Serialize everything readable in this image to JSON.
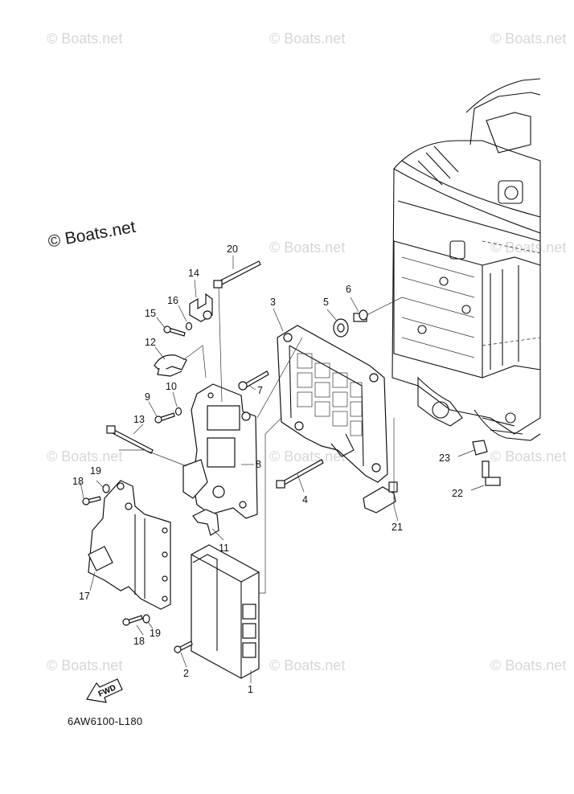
{
  "watermarks": [
    "© Boats.net",
    "© Boats.net",
    "© Boats.net",
    "© Boats.net",
    "© Boats.net",
    "© Boats.net",
    "© Boats.net",
    "© Boats.net",
    "© Boats.net",
    "© Boats.net",
    "© Boats.net"
  ],
  "watermark_main": "© Boats.net",
  "callouts": [
    "1",
    "2",
    "3",
    "4",
    "5",
    "6",
    "7",
    "8",
    "9",
    "10",
    "11",
    "12",
    "13",
    "14",
    "15",
    "16",
    "17",
    "18",
    "18",
    "19",
    "19",
    "20",
    "21",
    "22",
    "23"
  ],
  "fwd_label": "FWD",
  "diagram_code": "6AW6100-L180"
}
